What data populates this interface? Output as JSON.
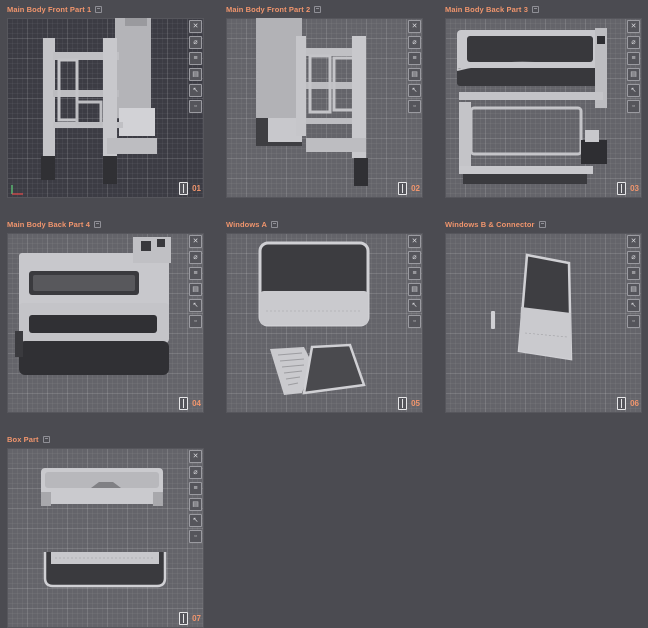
{
  "panels": [
    {
      "title": "Main Body Front Part 1",
      "number": "01"
    },
    {
      "title": "Main Body Front Part 2",
      "number": "02"
    },
    {
      "title": "Main Body Back Part 3",
      "number": "03"
    },
    {
      "title": "Main Body Back Part 4",
      "number": "04"
    },
    {
      "title": "Windows A",
      "number": "05"
    },
    {
      "title": "Windows B & Connector",
      "number": "06"
    },
    {
      "title": "Box Part",
      "number": "07"
    }
  ],
  "toolbar_icons": [
    "close-icon",
    "clear-icon",
    "layers-icon",
    "layout-icon",
    "cursor-icon",
    "box-icon"
  ],
  "colors": {
    "accent": "#f0956d",
    "background": "#4b4b51",
    "viewport": "#64646a",
    "part": "#c8c8cc",
    "shadow": "#3c3c3f"
  }
}
